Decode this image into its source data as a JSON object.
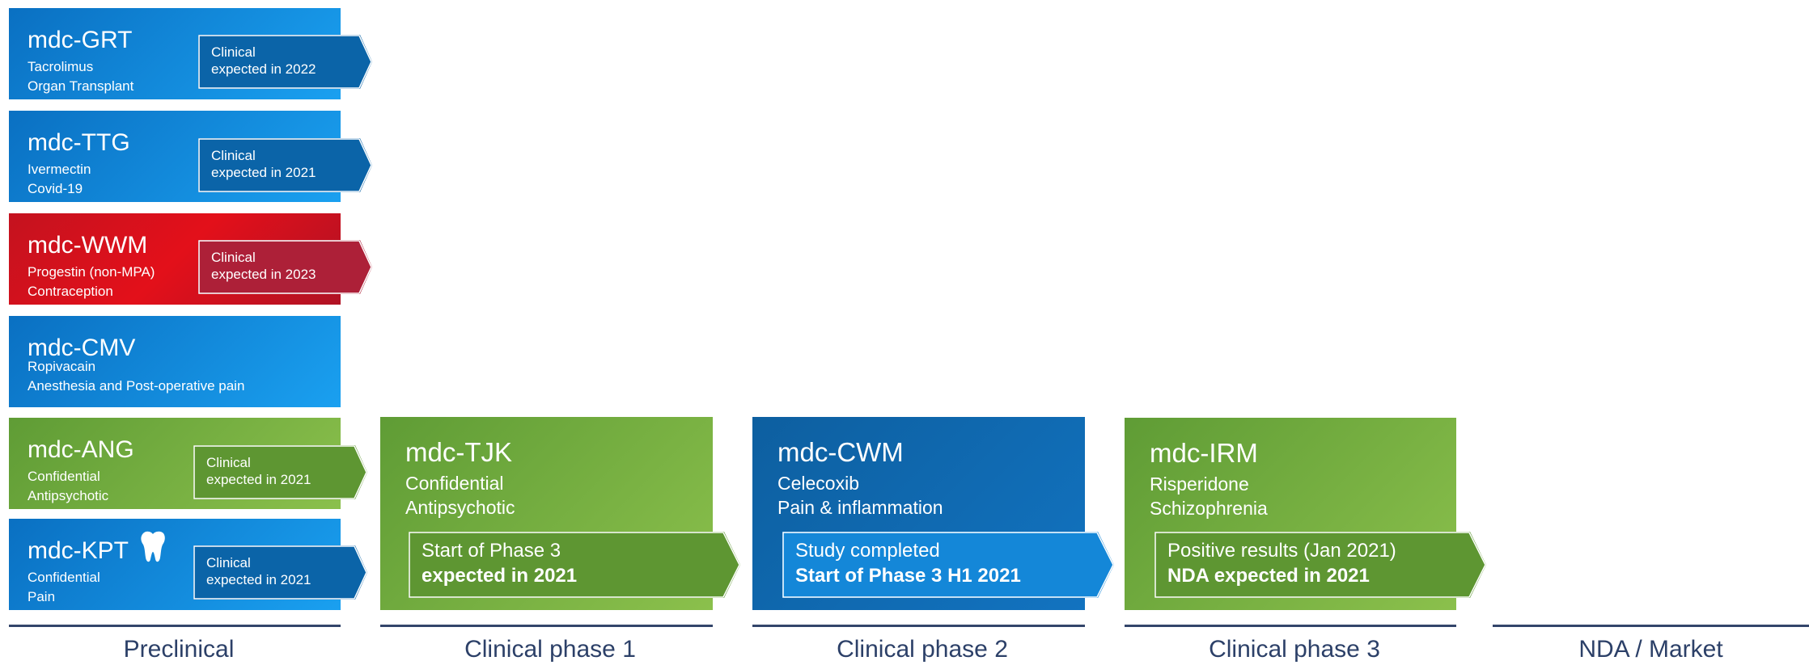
{
  "preclinical_cards": [
    {
      "code": "mdc-GRT",
      "line1": "Tacrolimus",
      "line2": "Organ Transplant",
      "status1": "Clinical",
      "status2": "expected in 2022"
    },
    {
      "code": "mdc-TTG",
      "line1": "Ivermectin",
      "line2": "Covid-19",
      "status1": "Clinical",
      "status2": "expected in 2021"
    },
    {
      "code": "mdc-WWM",
      "line1": "Progestin (non-MPA)",
      "line2": "Contraception",
      "status1": "Clinical",
      "status2": "expected in 2023"
    },
    {
      "code": "mdc-CMV",
      "line1": "Ropivacain",
      "line2": "Anesthesia and Post-operative pain"
    },
    {
      "code": "mdc-ANG",
      "line1": "Confidential",
      "line2": "Antipsychotic",
      "status1": "Clinical",
      "status2": "expected in 2021"
    },
    {
      "code": "mdc-KPT",
      "line1": "Confidential",
      "line2": "Pain",
      "status1": "Clinical",
      "status2": "expected in 2021",
      "icon": "tooth-icon"
    }
  ],
  "phase_cards": [
    {
      "code": "mdc-TJK",
      "line1": "Confidential",
      "line2": "Antipsychotic",
      "status1": "Start of Phase 3",
      "status2": "expected in 2021"
    },
    {
      "code": "mdc-CWM",
      "line1": "Celecoxib",
      "line2": "Pain & inflammation",
      "status1": "Study completed",
      "status2": "Start of Phase 3 H1 2021"
    },
    {
      "code": "mdc-IRM",
      "line1": "Risperidone",
      "line2": "Schizophrenia",
      "status1": "Positive results (Jan 2021)",
      "status2": "NDA expected in 2021"
    }
  ],
  "stages": [
    "Preclinical",
    "Clinical phase 1",
    "Clinical phase 2",
    "Clinical phase 3",
    "NDA / Market"
  ],
  "colors": {
    "blue": "#1a8fe0",
    "red": "#d8101c",
    "green": "#76ad41",
    "dark_blue": "#0f66ad",
    "stage_text": "#2c4068"
  }
}
